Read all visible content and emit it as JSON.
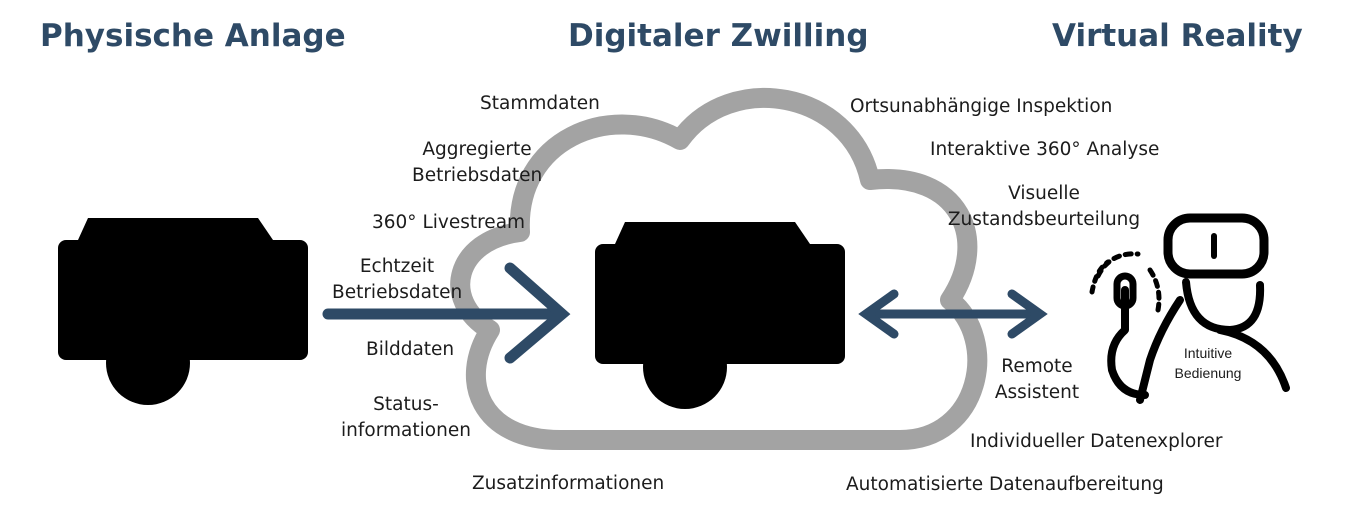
{
  "headers": {
    "physical": "Physische Anlage",
    "twin": "Digitaler Zwilling",
    "vr": "Virtual Reality"
  },
  "left_labels": {
    "master_data": "Stammdaten",
    "aggregated_line1": "Aggregierte",
    "aggregated_line2": "Betriebsdaten",
    "livestream": "360° Livestream",
    "realtime_line1": "Echtzeit",
    "realtime_line2": "Betriebsdaten",
    "image_data": "Bilddaten",
    "status_line1": "Status-",
    "status_line2": "informationen",
    "additional": "Zusatzinformationen"
  },
  "right_labels": {
    "remote_inspection": "Ortsunabhängige Inspektion",
    "interactive_analysis": "Interaktive 360° Analyse",
    "visual_line1": "Visuelle",
    "visual_line2": "Zustandsbeurteilung",
    "remote_assist_line1": "Remote",
    "remote_assist_line2": "Assistent",
    "data_explorer": "Individueller Datenexplorer",
    "auto_processing": "Automatisierte Datenaufbereitung"
  },
  "vr_figure": {
    "caption_line1": "Intuitive",
    "caption_line2": "Bedienung"
  },
  "colors": {
    "header": "#2e4a66",
    "arrow": "#2e4a66",
    "cloud": "#a3a3a3",
    "engine_physical": "#5b6075",
    "engine_twin": "#5fa8b5"
  },
  "icons": [
    "engine-physical-icon",
    "cloud-icon",
    "engine-twin-icon",
    "vr-user-icon",
    "right-arrow-icon",
    "double-arrow-icon"
  ]
}
